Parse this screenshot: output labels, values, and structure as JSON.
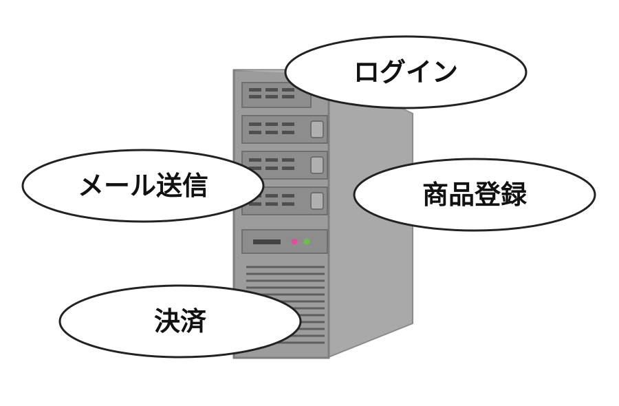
{
  "colors": {
    "server_front": "#9a9a9a",
    "server_side": "#a8a8a8",
    "server_outline": "#7a7a7a",
    "vent": "#5a5a5a",
    "led_pink": "#e0509a",
    "led_green": "#6cc04a",
    "bubble_fill": "#ffffff",
    "bubble_stroke": "#222222"
  },
  "icons": {
    "server": "server-tower-icon"
  },
  "bubbles": {
    "login": "ログイン",
    "mail": "メール送信",
    "product": "商品登録",
    "payment": "決済"
  }
}
